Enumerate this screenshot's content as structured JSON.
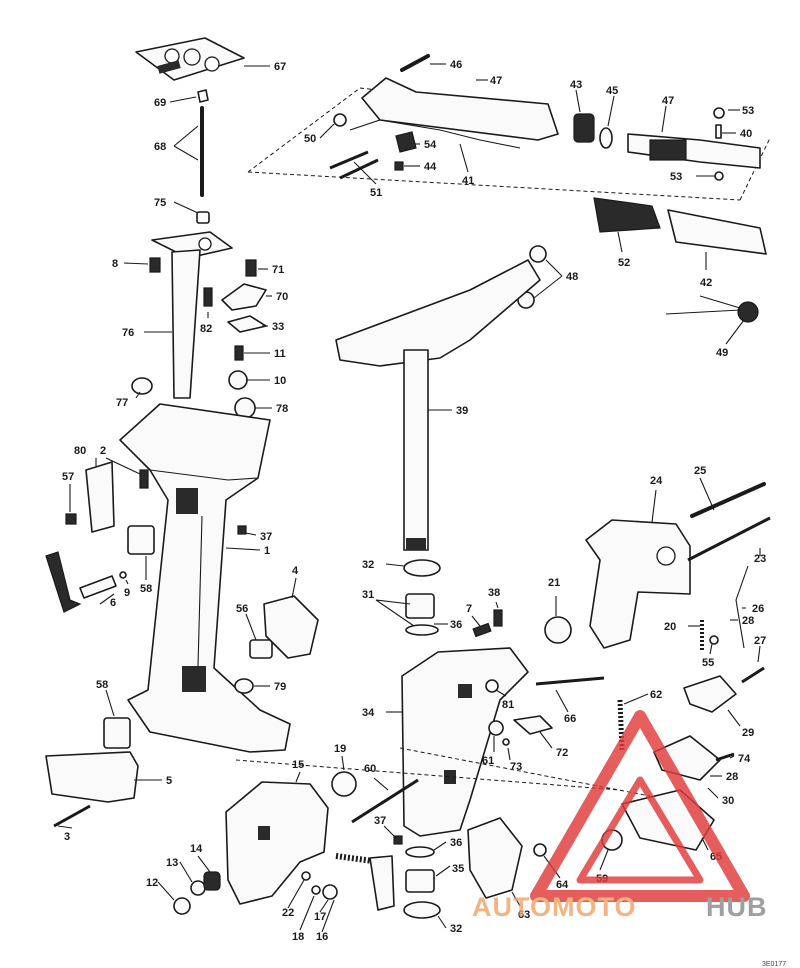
{
  "diagram": {
    "labels": [
      {
        "id": "67",
        "text": "67"
      },
      {
        "id": "69",
        "text": "69"
      },
      {
        "id": "68",
        "text": "68"
      },
      {
        "id": "75",
        "text": "75"
      },
      {
        "id": "8",
        "text": "8"
      },
      {
        "id": "71",
        "text": "71"
      },
      {
        "id": "70",
        "text": "70"
      },
      {
        "id": "82",
        "text": "82"
      },
      {
        "id": "33",
        "text": "33"
      },
      {
        "id": "76",
        "text": "76"
      },
      {
        "id": "11",
        "text": "11"
      },
      {
        "id": "10",
        "text": "10"
      },
      {
        "id": "77",
        "text": "77"
      },
      {
        "id": "78",
        "text": "78"
      },
      {
        "id": "80",
        "text": "80"
      },
      {
        "id": "2",
        "text": "2"
      },
      {
        "id": "57",
        "text": "57"
      },
      {
        "id": "37a",
        "text": "37"
      },
      {
        "id": "1",
        "text": "1"
      },
      {
        "id": "6",
        "text": "6"
      },
      {
        "id": "9",
        "text": "9"
      },
      {
        "id": "58a",
        "text": "58"
      },
      {
        "id": "4",
        "text": "4"
      },
      {
        "id": "56",
        "text": "56"
      },
      {
        "id": "79",
        "text": "79"
      },
      {
        "id": "58b",
        "text": "58"
      },
      {
        "id": "5",
        "text": "5"
      },
      {
        "id": "3",
        "text": "3"
      },
      {
        "id": "46",
        "text": "46"
      },
      {
        "id": "47a",
        "text": "47"
      },
      {
        "id": "43",
        "text": "43"
      },
      {
        "id": "45",
        "text": "45"
      },
      {
        "id": "47b",
        "text": "47"
      },
      {
        "id": "53a",
        "text": "53"
      },
      {
        "id": "40",
        "text": "40"
      },
      {
        "id": "50",
        "text": "50"
      },
      {
        "id": "54",
        "text": "54"
      },
      {
        "id": "44",
        "text": "44"
      },
      {
        "id": "41",
        "text": "41"
      },
      {
        "id": "51",
        "text": "51"
      },
      {
        "id": "53b",
        "text": "53"
      },
      {
        "id": "52",
        "text": "52"
      },
      {
        "id": "42",
        "text": "42"
      },
      {
        "id": "48",
        "text": "48"
      },
      {
        "id": "49",
        "text": "49"
      },
      {
        "id": "39",
        "text": "39"
      },
      {
        "id": "32a",
        "text": "32"
      },
      {
        "id": "31",
        "text": "31"
      },
      {
        "id": "36a",
        "text": "36"
      },
      {
        "id": "7",
        "text": "7"
      },
      {
        "id": "38",
        "text": "38"
      },
      {
        "id": "24",
        "text": "24"
      },
      {
        "id": "25",
        "text": "25"
      },
      {
        "id": "23",
        "text": "23"
      },
      {
        "id": "21",
        "text": "21"
      },
      {
        "id": "26",
        "text": "26"
      },
      {
        "id": "28a",
        "text": "28"
      },
      {
        "id": "20",
        "text": "20"
      },
      {
        "id": "55",
        "text": "55"
      },
      {
        "id": "27",
        "text": "27"
      },
      {
        "id": "81",
        "text": "81"
      },
      {
        "id": "66",
        "text": "66"
      },
      {
        "id": "62",
        "text": "62"
      },
      {
        "id": "34",
        "text": "34"
      },
      {
        "id": "29",
        "text": "29"
      },
      {
        "id": "61",
        "text": "61"
      },
      {
        "id": "73",
        "text": "73"
      },
      {
        "id": "72",
        "text": "72"
      },
      {
        "id": "74",
        "text": "74"
      },
      {
        "id": "28b",
        "text": "28"
      },
      {
        "id": "30",
        "text": "30"
      },
      {
        "id": "19",
        "text": "19"
      },
      {
        "id": "60",
        "text": "60"
      },
      {
        "id": "15",
        "text": "15"
      },
      {
        "id": "37b",
        "text": "37"
      },
      {
        "id": "36b",
        "text": "36"
      },
      {
        "id": "65",
        "text": "65"
      },
      {
        "id": "59",
        "text": "59"
      },
      {
        "id": "64",
        "text": "64"
      },
      {
        "id": "35",
        "text": "35"
      },
      {
        "id": "63",
        "text": "63"
      },
      {
        "id": "32b",
        "text": "32"
      },
      {
        "id": "13",
        "text": "13"
      },
      {
        "id": "14",
        "text": "14"
      },
      {
        "id": "12",
        "text": "12"
      },
      {
        "id": "22",
        "text": "22"
      },
      {
        "id": "17",
        "text": "17"
      },
      {
        "id": "18",
        "text": "18"
      },
      {
        "id": "16",
        "text": "16"
      }
    ]
  },
  "watermark": {
    "text_auto": "AUTOMOTO",
    "text_hub": "HUB",
    "color_auto": "#f0a468",
    "color_hub": "#8a8a8a",
    "triangle_color": "#e03a3a"
  },
  "corner_code": "3E0177"
}
